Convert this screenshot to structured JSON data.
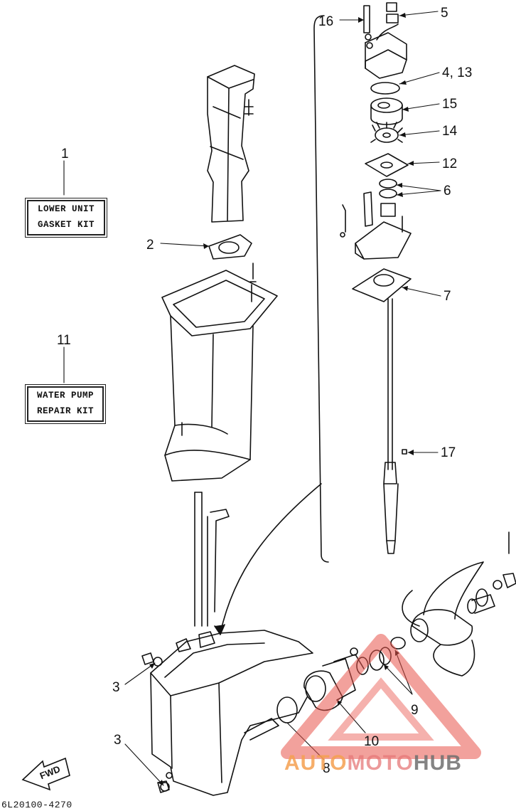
{
  "callouts": {
    "c1": "1",
    "c2": "2",
    "c3a": "3",
    "c3b": "3",
    "c4_13": "4, 13",
    "c5": "5",
    "c6": "6",
    "c7": "7",
    "c8": "8",
    "c9": "9",
    "c10": "10",
    "c11": "11",
    "c12": "12",
    "c14": "14",
    "c15": "15",
    "c16": "16",
    "c17": "17"
  },
  "kits": {
    "lower_unit": [
      "LOWER UNIT",
      "GASKET KIT"
    ],
    "water_pump": [
      "WATER PUMP",
      "REPAIR KIT"
    ]
  },
  "fwd_label": "FWD",
  "part_code": "6L20100-4270",
  "watermark": {
    "part1": "AUTO",
    "part2": "MOTO",
    "part3": "HUB"
  },
  "colors": {
    "line": "#111111",
    "watermark_red": "#e8534a",
    "watermark_orange": "#f5a050",
    "watermark_gray": "#6e6e6e"
  }
}
